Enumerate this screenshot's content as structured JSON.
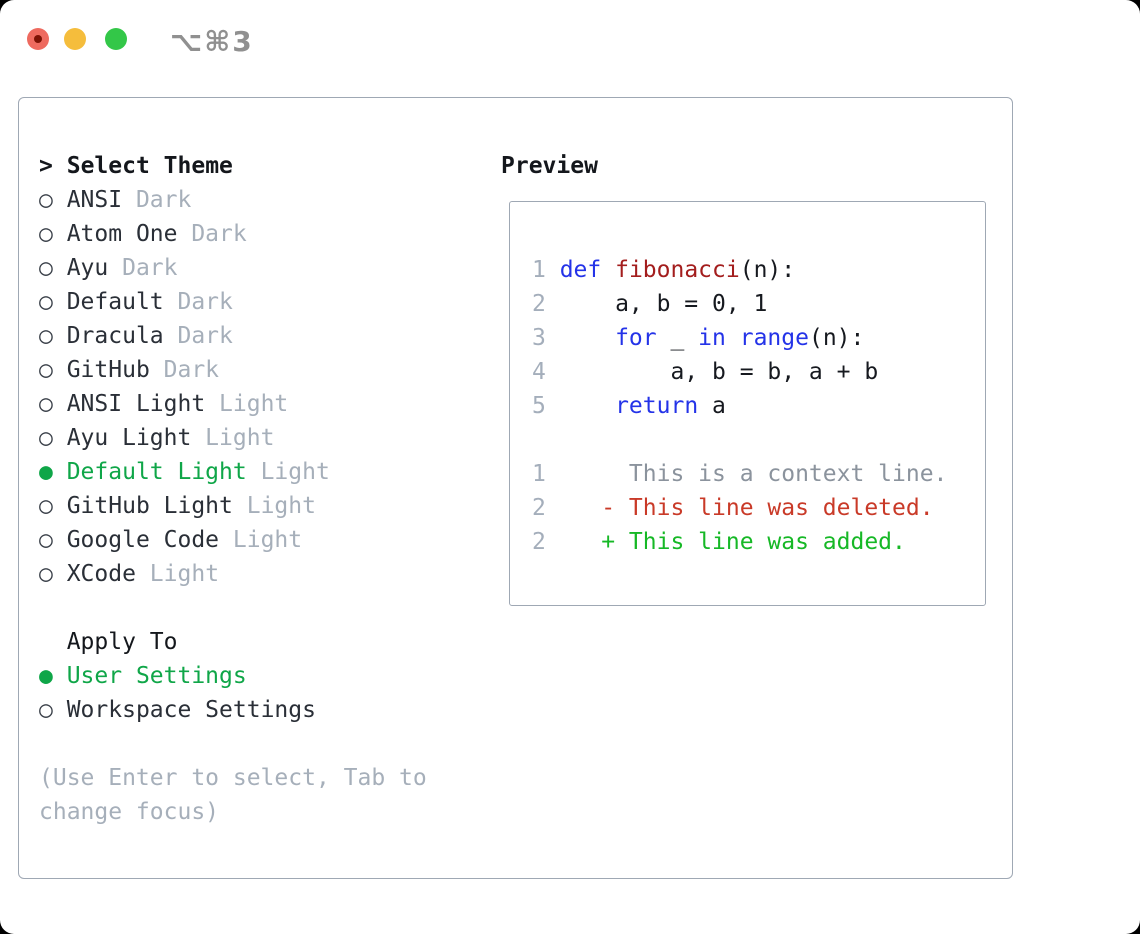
{
  "window": {
    "shortcut": "⌥⌘3"
  },
  "icons": {
    "radio_on": "●",
    "radio_off": "○",
    "focus_caret": ">"
  },
  "theme_panel": {
    "title": "Select Theme",
    "items": [
      {
        "name": "ANSI",
        "tag": "Dark",
        "selected": false
      },
      {
        "name": "Atom One",
        "tag": "Dark",
        "selected": false
      },
      {
        "name": "Ayu",
        "tag": "Dark",
        "selected": false
      },
      {
        "name": "Default",
        "tag": "Dark",
        "selected": false
      },
      {
        "name": "Dracula",
        "tag": "Dark",
        "selected": false
      },
      {
        "name": "GitHub",
        "tag": "Dark",
        "selected": false
      },
      {
        "name": "ANSI Light",
        "tag": "Light",
        "selected": false
      },
      {
        "name": "Ayu Light",
        "tag": "Light",
        "selected": false
      },
      {
        "name": "Default Light",
        "tag": "Light",
        "selected": true
      },
      {
        "name": "GitHub Light",
        "tag": "Light",
        "selected": false
      },
      {
        "name": "Google Code",
        "tag": "Light",
        "selected": false
      },
      {
        "name": "XCode",
        "tag": "Light",
        "selected": false
      }
    ],
    "apply_to": {
      "title": "Apply To",
      "options": [
        {
          "name": "User Settings",
          "selected": true
        },
        {
          "name": "Workspace Settings",
          "selected": false
        }
      ]
    },
    "help_lines": [
      "(Use Enter to select, Tab to",
      "change focus)"
    ]
  },
  "preview": {
    "title": "Preview",
    "code_lines": [
      {
        "num": "1",
        "segments": [
          [
            "def",
            "kw"
          ],
          [
            " ",
            "p"
          ],
          [
            "fibonacci",
            "fn"
          ],
          [
            "(n):",
            "p"
          ]
        ]
      },
      {
        "num": "2",
        "segments": [
          [
            "    a, b = 0, 1",
            "p"
          ]
        ]
      },
      {
        "num": "3",
        "segments": [
          [
            "    ",
            "p"
          ],
          [
            "for",
            "kw"
          ],
          [
            " _ ",
            "p"
          ],
          [
            "in",
            "kw"
          ],
          [
            " ",
            "p"
          ],
          [
            "range",
            "kw"
          ],
          [
            "(n):",
            "p"
          ]
        ]
      },
      {
        "num": "4",
        "segments": [
          [
            "        a, b = b, a + b",
            "p"
          ]
        ]
      },
      {
        "num": "5",
        "segments": [
          [
            "    ",
            "p"
          ],
          [
            "return",
            "kw"
          ],
          [
            " a",
            "p"
          ]
        ]
      },
      {
        "num": "",
        "segments": []
      },
      {
        "num": "1",
        "segments": [
          [
            "     This is a context line.",
            "ctx"
          ]
        ]
      },
      {
        "num": "2",
        "segments": [
          [
            "   - This line was deleted.",
            "del"
          ]
        ]
      },
      {
        "num": "2",
        "segments": [
          [
            "   + This line was added.",
            "add"
          ]
        ]
      }
    ]
  },
  "colors": {
    "window_bg": "#ffffff",
    "traffic_red": "#ee6a5f",
    "traffic_red_dot": "#7c1205",
    "traffic_yellow": "#f5bd3c",
    "traffic_green": "#33c748",
    "shortcut_gray": "#909090",
    "panel_border": "#9fa8b4",
    "title_black": "#14171c",
    "text_dark": "#2a2f37",
    "bullet_gray": "#3b414a",
    "tag_gray": "#a6afba",
    "help_gray": "#a6afba",
    "line_number_gray": "#a4aebb",
    "selected_green": "#0fa648",
    "code_plain": "#16191f",
    "keyword_blue": "#2433e8",
    "function_red": "#a31d1d",
    "context_gray": "#8b939d",
    "deleted_red": "#c93a28",
    "added_green": "#16b826"
  }
}
